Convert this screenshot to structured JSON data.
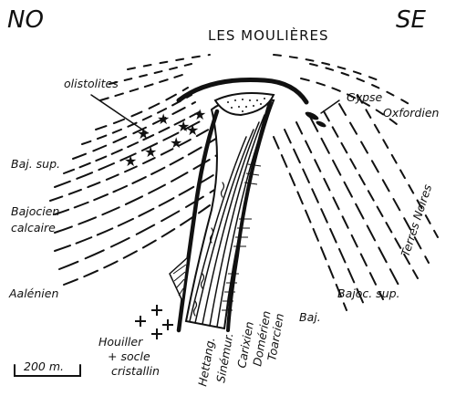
{
  "orientation": {
    "left": "NO",
    "right": "SE"
  },
  "title": "LES MOULIÈRES",
  "labels": {
    "olistolites": "olistolites",
    "gypse": "Gypse",
    "oxfordien": "Oxfordien",
    "baj_sup": "Baj. sup.",
    "bajocien": "Bajocien",
    "calcaire": "calcaire",
    "terres_noires": "Terres Noires",
    "aalenien": "Aalénien",
    "bajoc_sup": "Bajoc. sup.",
    "baj": "Baj.",
    "houiller": "Houiller",
    "socle": "+ socle",
    "cristallin": "cristallin",
    "toarcien": "Toarcien",
    "domerien": "Domérien",
    "carixien": "Carixien",
    "sinemur": "Sinémur.",
    "hettang": "Hettang."
  },
  "scale": {
    "label": "200 m."
  },
  "colors": {
    "ink": "#111111",
    "paper": "#ffffff"
  }
}
